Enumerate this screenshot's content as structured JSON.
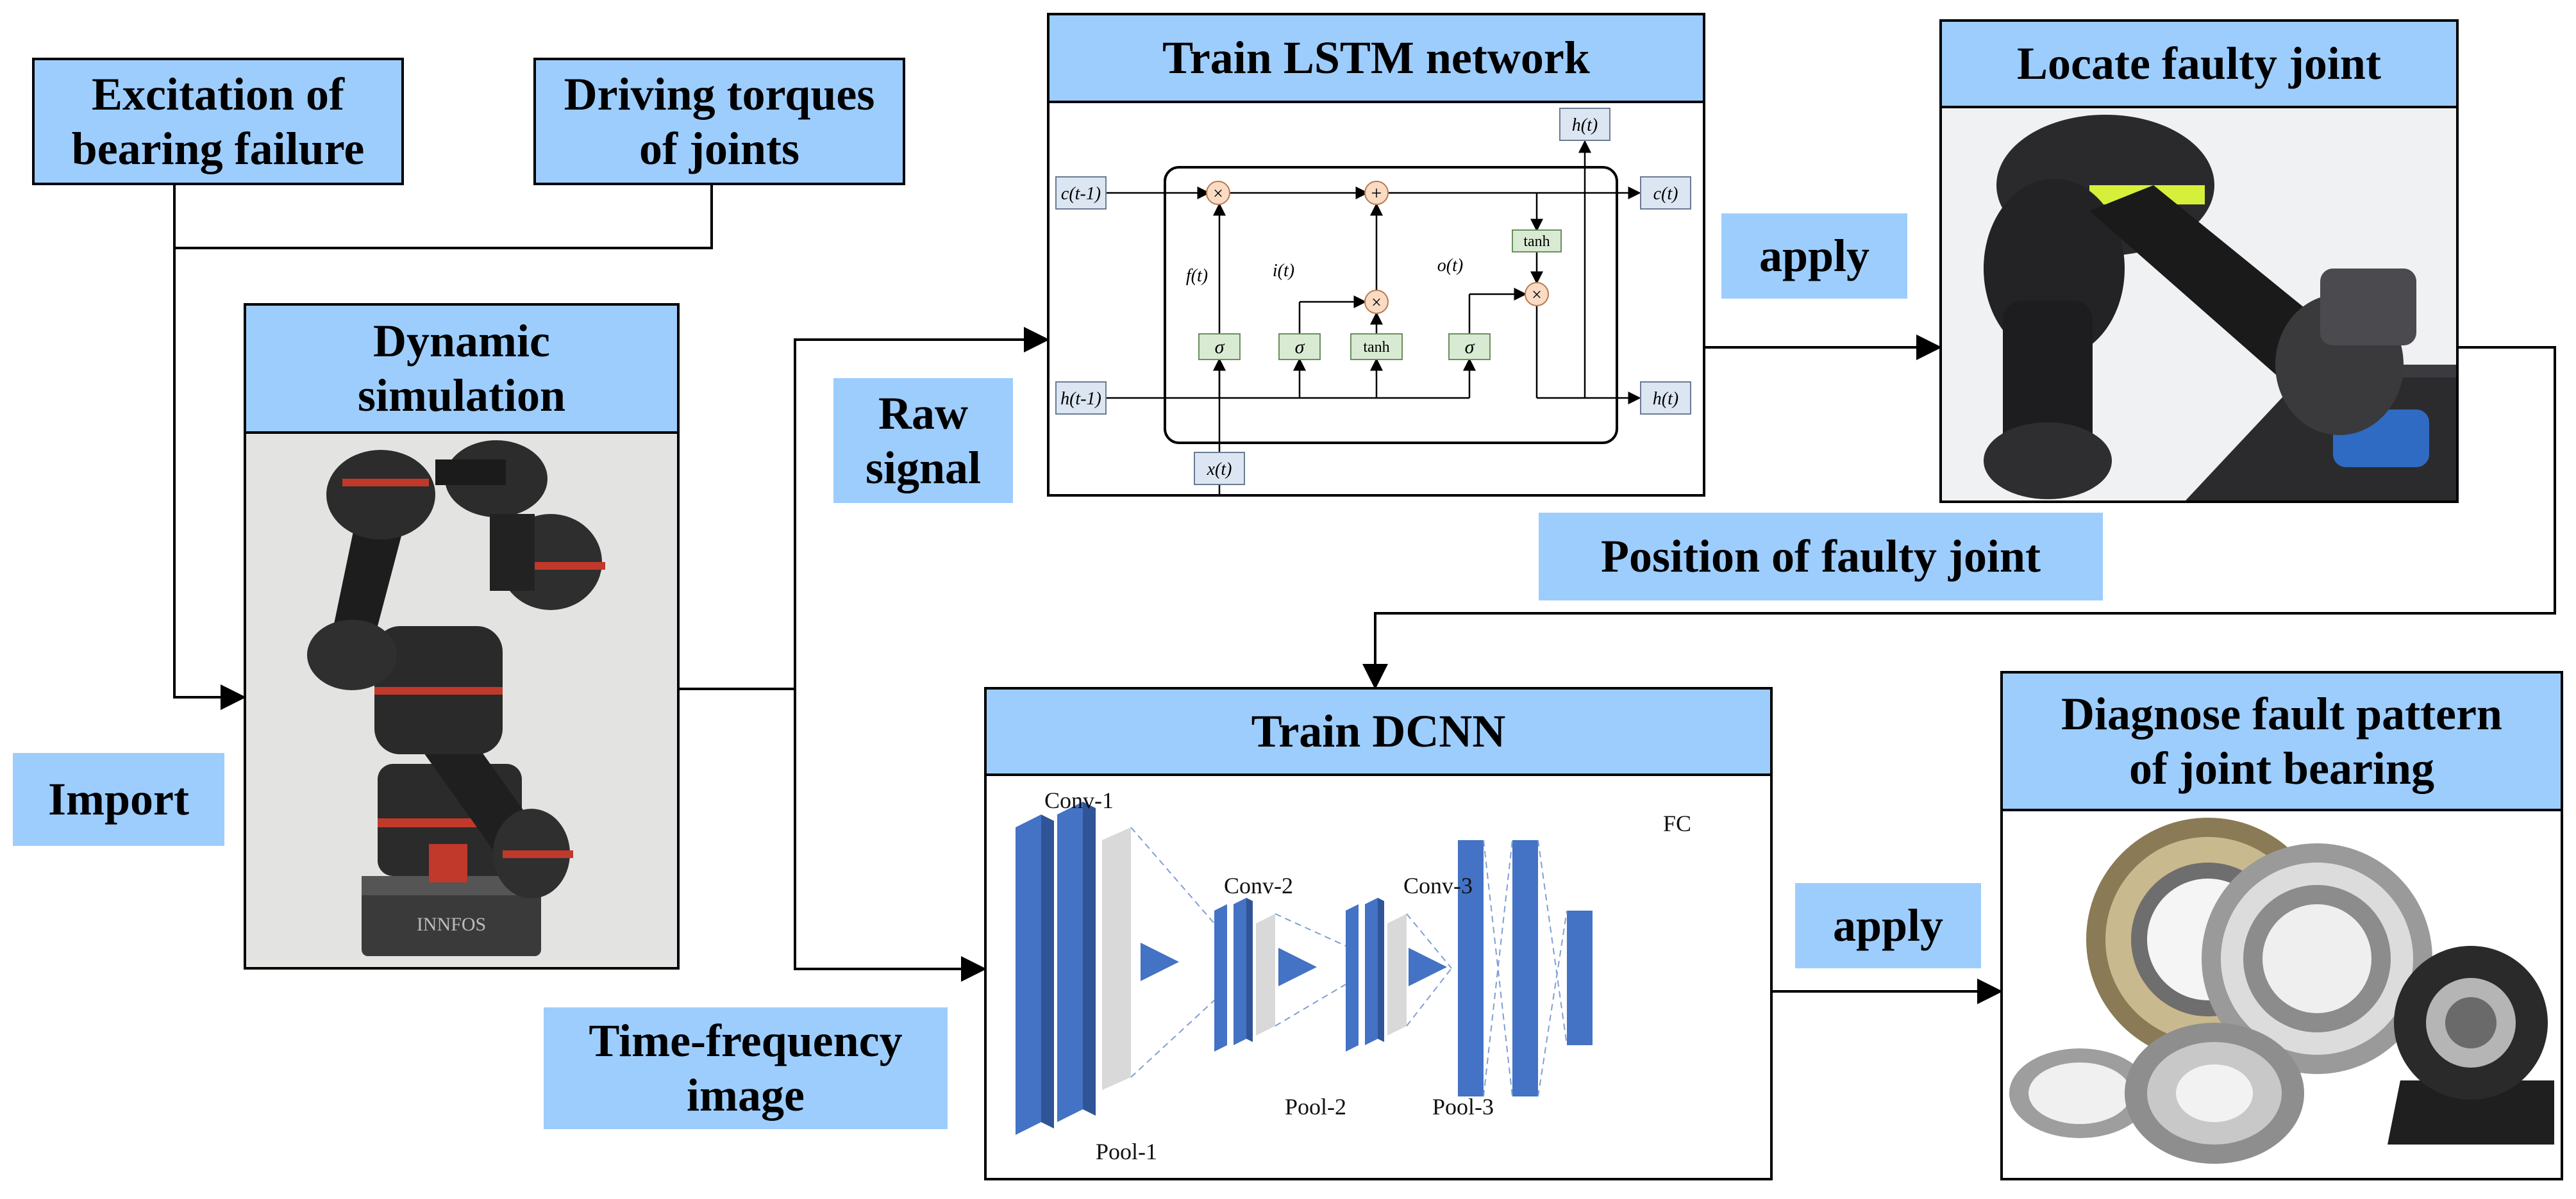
{
  "colors": {
    "label_fill": "#9DCDFD",
    "line": "#000000",
    "gate_fill": "#FADBC4",
    "box_fill": "#D9EAD3",
    "io_fill": "#DCE6F2",
    "cnn_blue": "#4472C4",
    "cnn_gray": "#D9D9D9"
  },
  "labels": {
    "excitation": "Excitation of\nbearing failure",
    "driving": "Driving torques\nof joints",
    "dynamic_sim": "Dynamic\nsimulation",
    "import": "Import",
    "raw_signal": "Raw\nsignal",
    "tf_image": "Time-frequency\nimage",
    "train_lstm": "Train LSTM network",
    "apply_top": "apply",
    "locate": "Locate faulty joint",
    "position": "Position of faulty joint",
    "train_dcnn": "Train DCNN",
    "apply_bottom": "apply",
    "diagnose": "Diagnose fault pattern\nof joint bearing"
  },
  "lstm": {
    "c_prev": "c(t-1)",
    "h_prev": "h(t-1)",
    "c_next": "c(t)",
    "h_next": "h(t)",
    "h_top": "h(t)",
    "x_in": "x(t)",
    "f_gate": "f(t)",
    "i_gate": "i(t)",
    "o_gate": "o(t)",
    "sigma": "σ",
    "tanh": "tanh",
    "times": "×",
    "plus": "+"
  },
  "dcnn": {
    "conv1": "Conv-1",
    "conv2": "Conv-2",
    "conv3": "Conv-3",
    "fc": "FC",
    "pool1": "Pool-1",
    "pool2": "Pool-2",
    "pool3": "Pool-3"
  },
  "images": {
    "robot_arm": "robot-arm-photo",
    "robot_joint": "robot-joint-photo",
    "bearings": "bearings-photo"
  }
}
